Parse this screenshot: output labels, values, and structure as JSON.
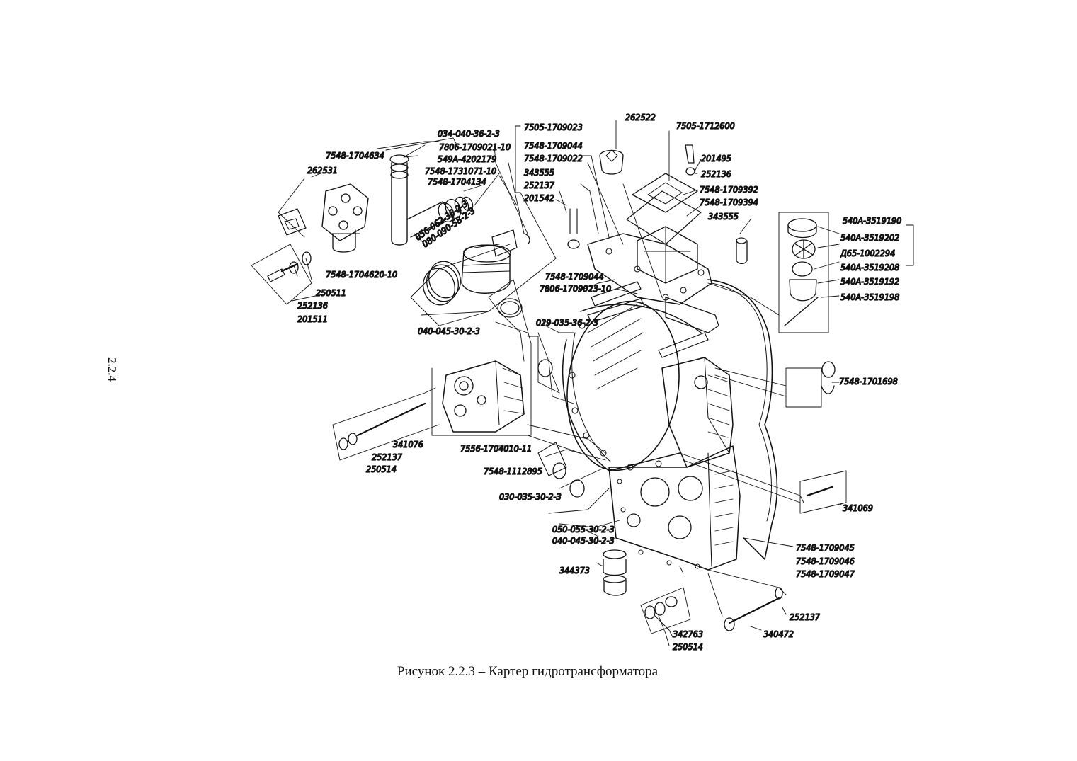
{
  "page_number": "2.2.4",
  "caption": "Рисунок 2.2.3 – Картер гидротрансформатора",
  "labels": {
    "l7548_1704634": "7548-1704634",
    "l262531": "262531",
    "l7548_1704620_10": "7548-1704620-10",
    "l250511": "250511",
    "l252136a": "252136",
    "l201511": "201511",
    "l034_040": "034-040-36-2-3",
    "l7806_1709021": "7806-1709021-10",
    "l549A_4202179": "549A-4202179",
    "l7548_1731071": "7548-1731071-10",
    "l7548_1704134": "7548-1704134",
    "l056_062": "056-062-36-2-3",
    "l080_090": "080-090-58-2-3",
    "l7505_1709023": "7505-1709023",
    "l7548_1709044a": "7548-1709044",
    "l7548_1709022": "7548-1709022",
    "l343555a": "343555",
    "l252137a": "252137",
    "l201542": "201542",
    "l262522": "262522",
    "l7505_1712600": "7505-1712600",
    "l201495": "201495",
    "l252136b": "252136",
    "l7548_1709392": "7548-1709392",
    "l7548_1709394": "7548-1709394",
    "l343555b": "343555",
    "l540A_3519190": "540A-3519190",
    "l540A_3519202": "540A-3519202",
    "lD65_1002294": "Д65-1002294",
    "l540A_3519208": "540A-3519208",
    "l540A_3519192": "540A-3519192",
    "l540A_3519198": "540A-3519198",
    "l7548_1709044b": "7548-1709044",
    "l7806_1709023": "7806-1709023-10",
    "l040_045a": "040-045-30-2-3",
    "l029_035": "029-035-36-2-3",
    "l7548_1701698": "7548-1701698",
    "l341076": "341076",
    "l252137b": "252137",
    "l250514a": "250514",
    "l7556_1704010": "7556-1704010-11",
    "l7548_1112895": "7548-1112895",
    "l030_035": "030-035-30-2-3",
    "l341069": "341069",
    "l050_055": "050-055-30-2-3",
    "l040_045b": "040-045-30-2-3",
    "l7548_1709045": "7548-1709045",
    "l7548_1709046": "7548-1709046",
    "l7548_1709047": "7548-1709047",
    "l344373": "344373",
    "l252137c": "252137",
    "l342763": "342763",
    "l340472": "340472",
    "l250514b": "250514"
  }
}
